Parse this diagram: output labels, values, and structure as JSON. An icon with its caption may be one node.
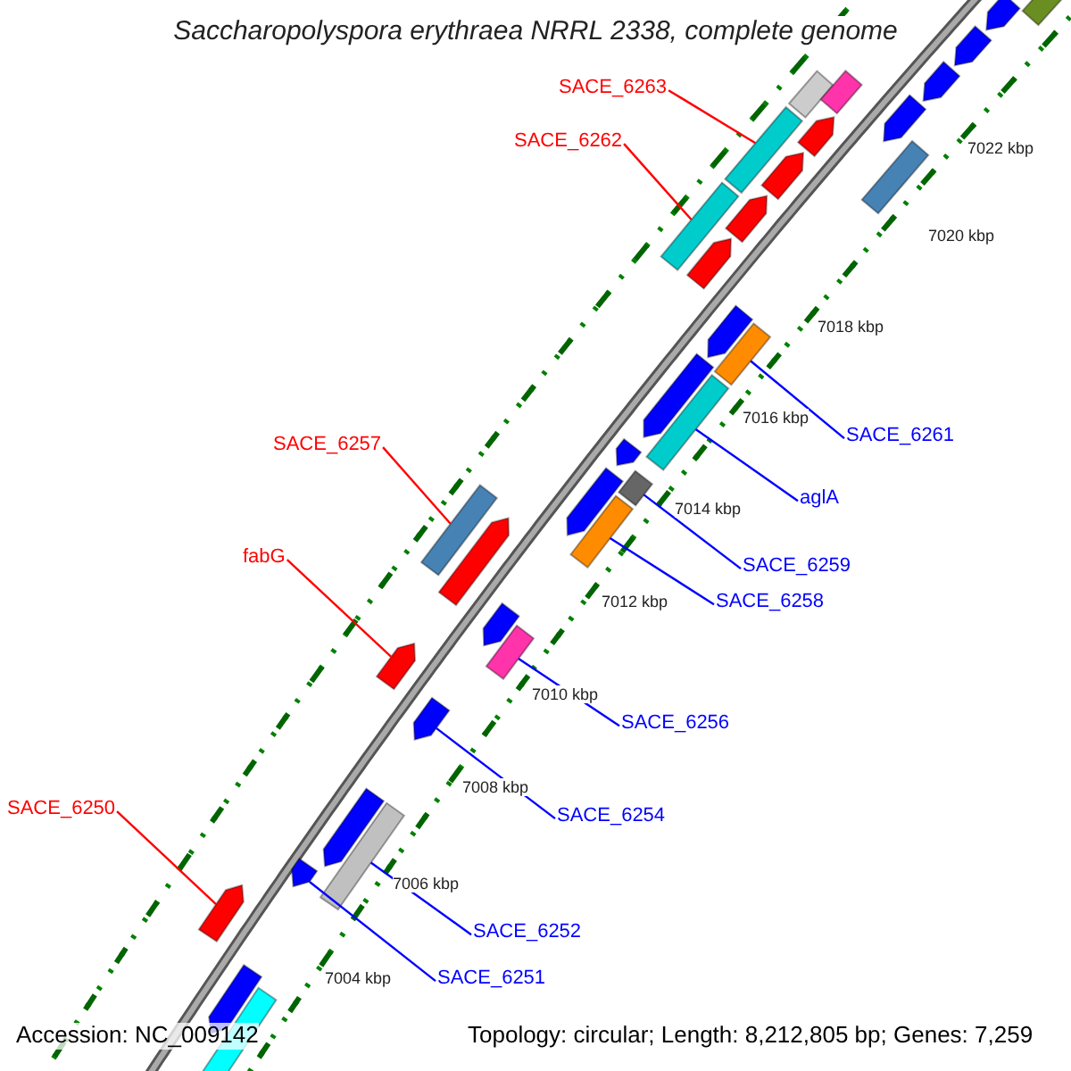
{
  "diagram": {
    "title": "Saccharopolyspora erythraea NRRL 2338, complete genome",
    "nodes": [
      {
        "text": [
          "SACE_6263"
        ]
      },
      {
        "text": [],
        "shape": "bar"
      },
      {
        "text": [
          "SACE_6262"
        ]
      },
      {
        "text": [],
        "shape": "bar"
      },
      {
        "text": [
          "SACE_6261"
        ]
      },
      {
        "text": [],
        "shape": "bar"
      },
      {
        "text": [
          "aglA"
        ]
      },
      {
        "text": [],
        "shape": "bar"
      },
      {
        "text": [
          "SACE_6257"
        ]
      },
      {
        "text": [],
        "shape": "bar"
      },
      {
        "text": [
          "fabG"
        ]
      },
      {
        "text": [],
        "shape": "bar"
      },
      {
        "text": [
          "SACE_6259"
        ]
      },
      {
        "text": [],
        "shape": "bar"
      },
      {
        "text": [
          "SACE_6258"
        ]
      },
      {
        "text": [],
        "shape": "bar"
      },
      {
        "text": [
          "SACE_6256"
        ]
      },
      {
        "text": [],
        "shape": "bar"
      },
      {
        "text": [
          "SACE_6254"
        ]
      },
      {
        "text": [],
        "shape": "bar"
      },
      {
        "text": [
          "SACE_6250"
        ]
      },
      {
        "text": [],
        "shape": "bar"
      },
      {
        "text": [
          "SACE_6252"
        ]
      },
      {
        "text": [],
        "shape": "bar"
      },
      {
        "text": [
          "SACE_6251"
        ]
      },
      {
        "text": [],
        "shape": "bar"
      },
      {
        "text": [],
        "shape": "bar"
      },
      {
        "text": [],
        "shape": "bar"
      },
      {
        "text": [],
        "shape": "bar"
      },
      {
        "text": [],
        "shape": "bar"
      },
      {
        "text": [],
        "shape": "bar"
      },
      {
        "text": [],
        "shape": "bar"
      },
      {
        "text": [],
        "shape": "bar"
      },
      {
        "text": [],
        "shape": "bar"
      },
      {
        "text": [],
        "shape": "bar"
      },
      {
        "text": [],
        "shape": "bar"
      },
      {
        "text": [],
        "shape": "bar"
      },
      {
        "text": [],
        "shape": "bar"
      },
      {
        "text": [],
        "shape": "bar"
      },
      {
        "text": [],
        "shape": "bar"
      },
      {
        "text": [],
        "shape": "bar"
      },
      {
        "text": [],
        "shape": "bar"
      },
      {
        "text": [],
        "shape": "bar"
      },
      {
        "text": [],
        "shape": "bar"
      },
      {
        "text": [],
        "shape": "bar"
      },
      {
        "text": [],
        "shape": "bar"
      },
      {
        "text": [],
        "shape": "bar"
      }
    ],
    "edges": [
      {
        "from": 0,
        "to": 1,
        "arrow": "none",
        "color": "#ff0000"
      },
      {
        "from": 2,
        "to": 3,
        "arrow": "none",
        "color": "#ff0000"
      },
      {
        "from": 4,
        "to": 5,
        "arrow": "none"
      },
      {
        "from": 6,
        "to": 7,
        "arrow": "none"
      },
      {
        "from": 8,
        "to": 9,
        "arrow": "none",
        "color": "#ff0000"
      },
      {
        "from": 10,
        "to": 11,
        "arrow": "none",
        "color": "#ff0000"
      },
      {
        "from": 12,
        "to": 13,
        "arrow": "none"
      },
      {
        "from": 14,
        "to": 15,
        "arrow": "none"
      },
      {
        "from": 16,
        "to": 17,
        "arrow": "none"
      },
      {
        "from": 18,
        "to": 19,
        "arrow": "none"
      },
      {
        "from": 20,
        "to": 21,
        "arrow": "none",
        "color": "#ff0000"
      },
      {
        "from": 22,
        "to": 23,
        "arrow": "none"
      },
      {
        "from": 24,
        "to": 25,
        "arrow": "none"
      }
    ],
    "labels": [
      "7022 kbp",
      "7020 kbp",
      "7018 kbp",
      "7016 kbp",
      "7014 kbp",
      "7012 kbp",
      "7010 kbp",
      "7008 kbp",
      "7006 kbp",
      "7004 kbp",
      "Accession: NC_009142",
      "Topology: circular; Length: 8,212,805 bp; Genes: 7,259"
    ]
  }
}
